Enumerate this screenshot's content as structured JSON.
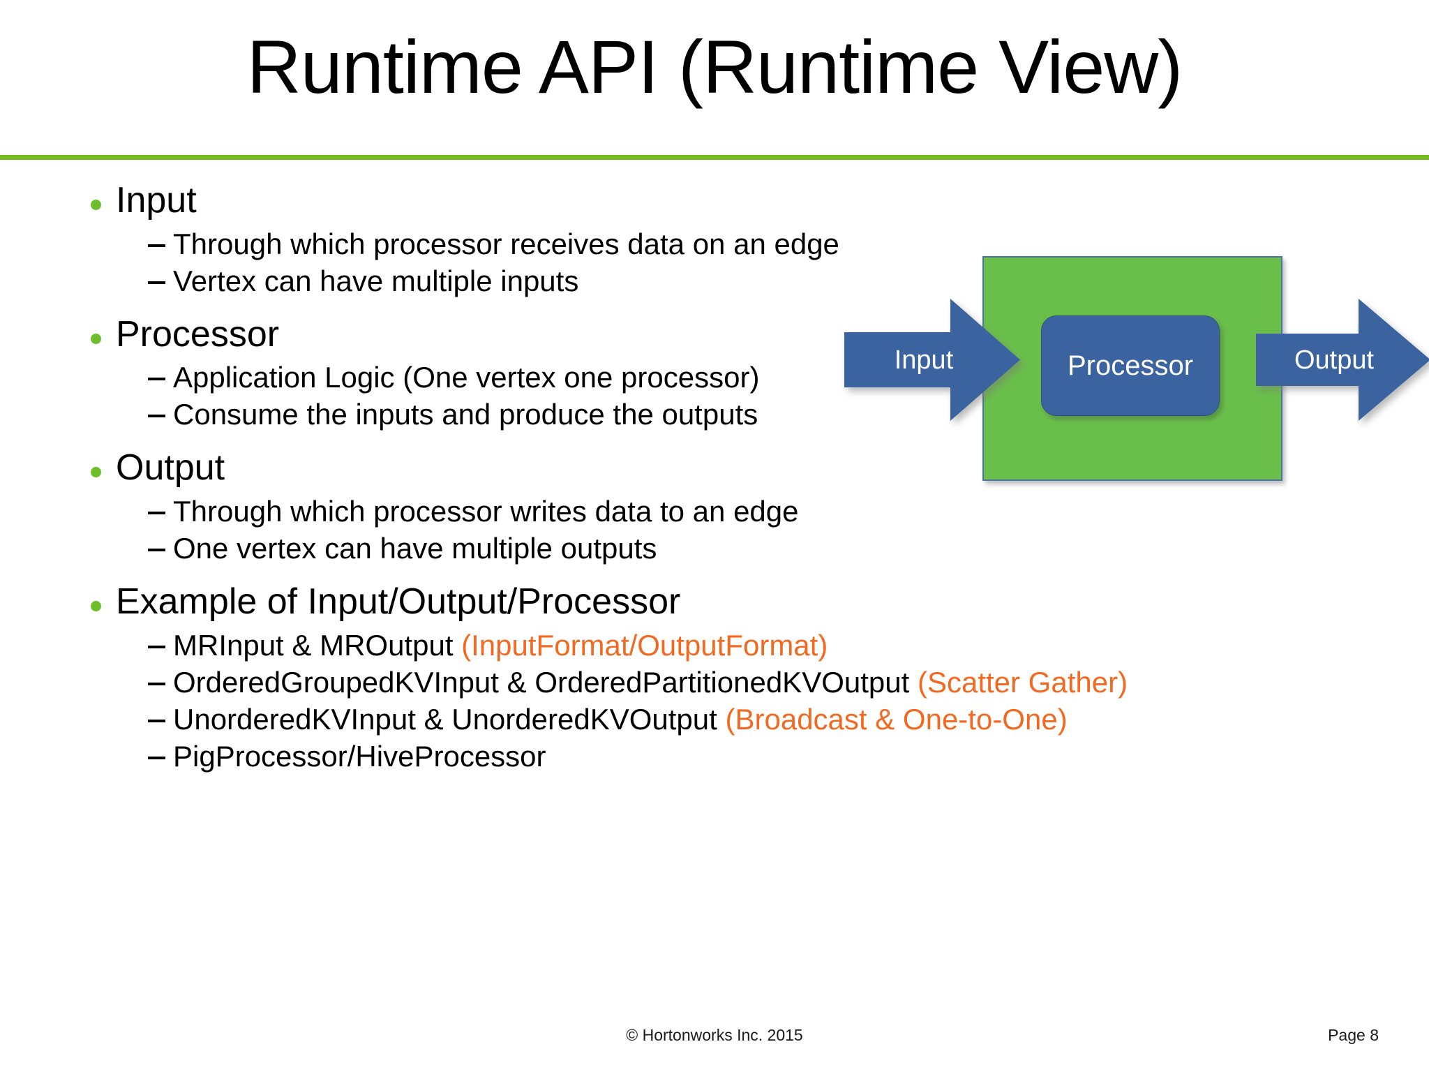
{
  "slide": {
    "title": "Runtime API (Runtime View)",
    "divider_color": "#76bc21"
  },
  "theme": {
    "bullet_green": "#6cbf2a",
    "accent_orange": "#f26a21",
    "diagram_green": "#6abf4b",
    "diagram_blue": "#3a639f",
    "text_black": "#000000"
  },
  "body": {
    "bullets": [
      {
        "label": "Input",
        "sub": [
          {
            "text": "Through which processor receives data on an edge",
            "accent": ""
          },
          {
            "text": "Vertex can have multiple inputs",
            "accent": ""
          }
        ]
      },
      {
        "label": "Processor",
        "sub": [
          {
            "text": "Application Logic (One vertex one processor)",
            "accent": ""
          },
          {
            "text": "Consume the inputs and produce the outputs",
            "accent": ""
          }
        ]
      },
      {
        "label": "Output",
        "sub": [
          {
            "text": "Through which processor writes data to an edge",
            "accent": ""
          },
          {
            "text": "One vertex can have multiple outputs",
            "accent": ""
          }
        ]
      },
      {
        "label": "Example of Input/Output/Processor",
        "sub": [
          {
            "text": "MRInput & MROutput ",
            "accent": "(InputFormat/OutputFormat)"
          },
          {
            "text": "OrderedGroupedKVInput & OrderedPartitionedKVOutput ",
            "accent": "(Scatter Gather)"
          },
          {
            "text": "UnorderedKVInput  & UnorderedKVOutput ",
            "accent": "(Broadcast & One-to-One)"
          },
          {
            "text": "PigProcessor/HiveProcessor",
            "accent": ""
          }
        ]
      }
    ]
  },
  "diagram": {
    "vertex_box_label": "",
    "processor_label": "Processor",
    "input_arrow_label": "Input",
    "output_arrow_label": "Output"
  },
  "footer": {
    "copyright": "© Hortonworks Inc. 2015",
    "page": "Page 8"
  }
}
